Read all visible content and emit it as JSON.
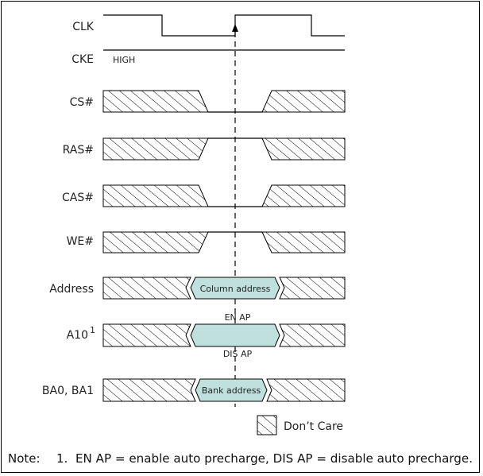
{
  "signals": {
    "clk": "CLK",
    "cke": "CKE",
    "cke_value": "HIGH",
    "cs": "CS#",
    "ras": "RAS#",
    "cas": "CAS#",
    "we": "WE#",
    "address": "Address",
    "a10": "A10",
    "a10_sup": "1",
    "ba": "BA0, BA1"
  },
  "bus_labels": {
    "column_address": "Column address",
    "en_ap": "EN AP",
    "dis_ap": "DIS AP",
    "bank_address": "Bank address"
  },
  "legend": {
    "dont_care": "Don’t Care"
  },
  "note": {
    "prefix": "Note:",
    "number": "1.",
    "text": "EN AP = enable auto precharge, DIS AP = disable auto precharge."
  },
  "colors": {
    "valid_fill": "#bfe0dc",
    "line": "#000000"
  }
}
